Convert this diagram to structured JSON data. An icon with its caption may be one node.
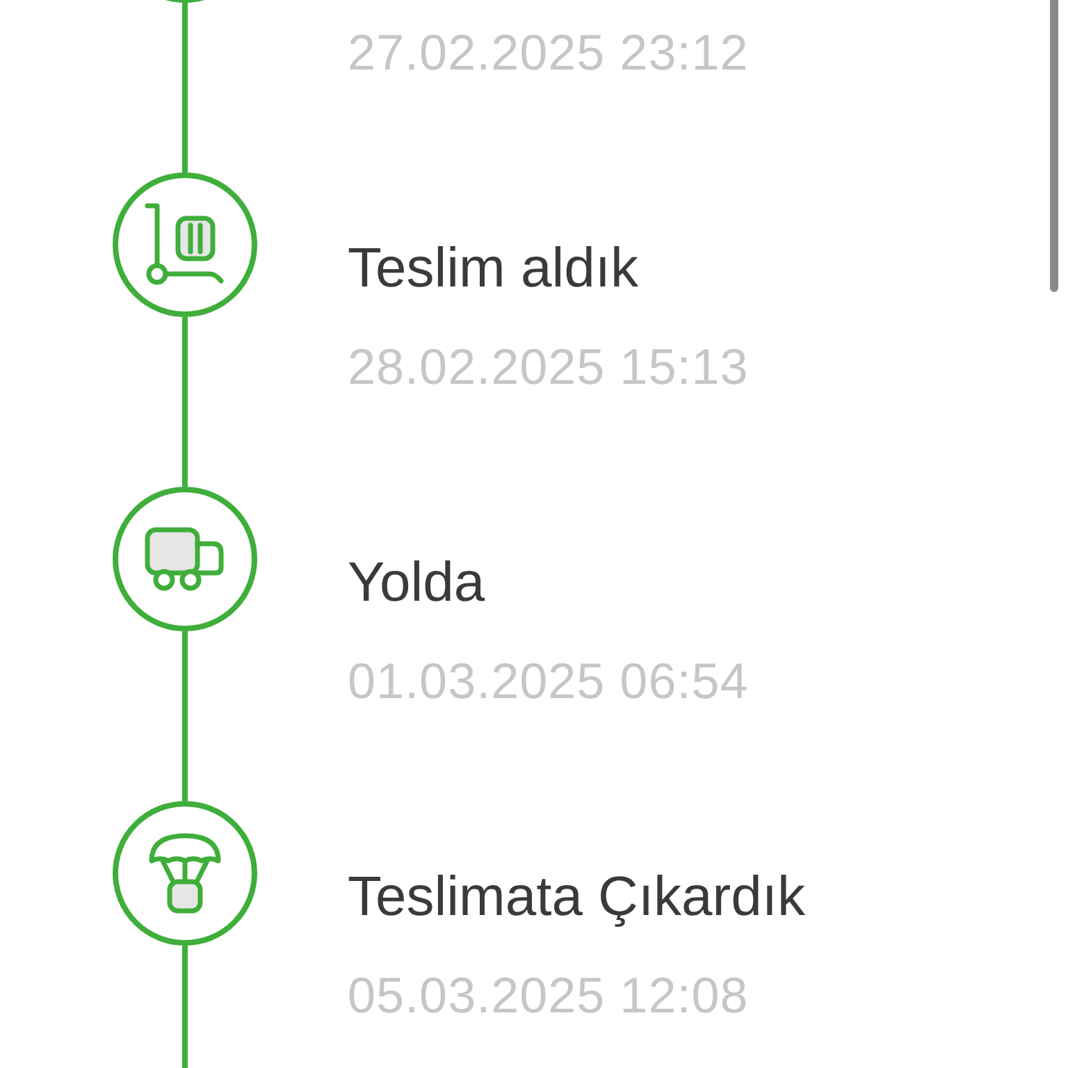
{
  "diagram": {
    "nodes": [
      {
        "text": [],
        "shape": "circle",
        "beside": [
          "27.02.2025 23:12"
        ]
      },
      {
        "text": [],
        "shape": "picture",
        "beside": [
          "Teslim aldık",
          "28.02.2025 15:13"
        ]
      },
      {
        "text": [],
        "shape": "picture",
        "beside": [
          "Yolda",
          "01.03.2025 06:54"
        ]
      },
      {
        "text": [],
        "shape": "picture",
        "beside": [
          "Teslimata Çıkardık",
          "05.03.2025 12:08"
        ]
      }
    ],
    "edges": [
      {
        "from": 0,
        "to": 1,
        "arrow": "none"
      },
      {
        "from": 1,
        "to": 2,
        "arrow": "none"
      },
      {
        "from": 2,
        "to": 3,
        "arrow": "none"
      },
      {
        "from": 3,
        "to": null,
        "arrow": "none"
      }
    ]
  }
}
